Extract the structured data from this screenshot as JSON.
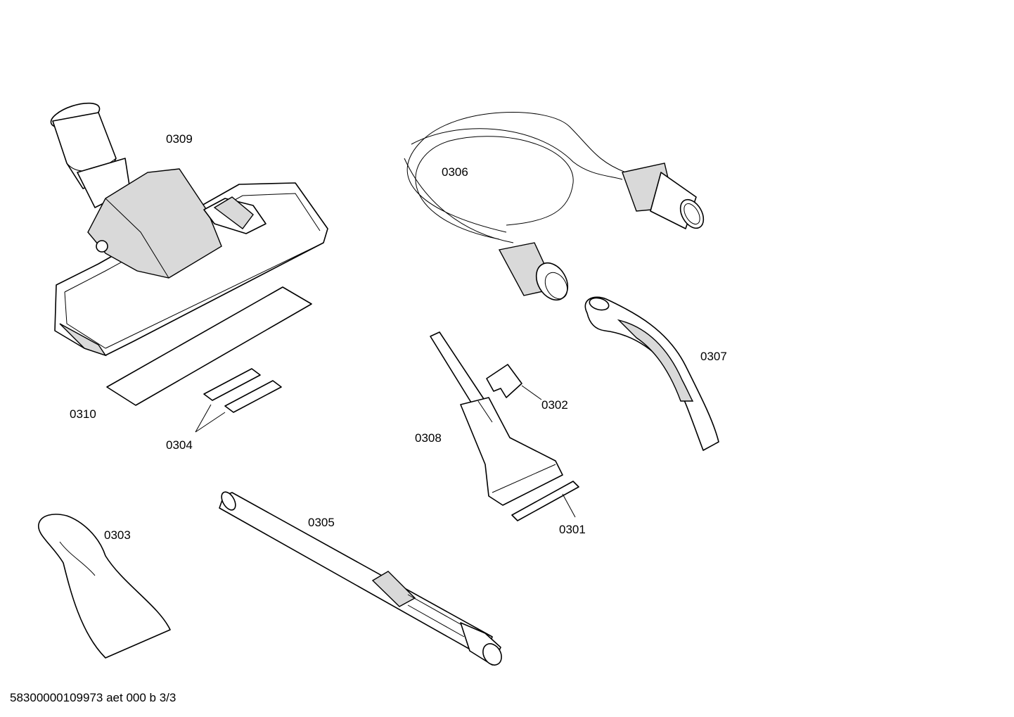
{
  "parts": {
    "p0301": "0301",
    "p0302": "0302",
    "p0303": "0303",
    "p0304": "0304",
    "p0305": "0305",
    "p0306": "0306",
    "p0307": "0307",
    "p0308": "0308",
    "p0309": "0309",
    "p0310": "0310"
  },
  "footer": "58300000109973 aet 000 b 3/3"
}
